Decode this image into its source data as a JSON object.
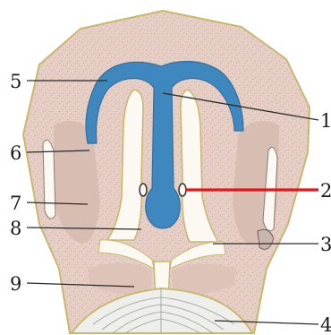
{
  "labels": {
    "n1": "1",
    "n2": "2",
    "n3": "3",
    "n4": "4",
    "n5": "5",
    "n6": "6",
    "n7": "7",
    "n8": "8",
    "n9": "9"
  },
  "colors": {
    "background": "#ffffff",
    "tissue": "#e6cec4",
    "tissue_speckle": "#b59a92",
    "outline": "#c9b870",
    "cartilage": "#3f88bf",
    "cavity": "#fbf9f2",
    "highlight_line": "#e0181a",
    "leader": "#2a2a2a",
    "tongue": "#eeeeea",
    "tongue_line": "#9a9a9a"
  }
}
